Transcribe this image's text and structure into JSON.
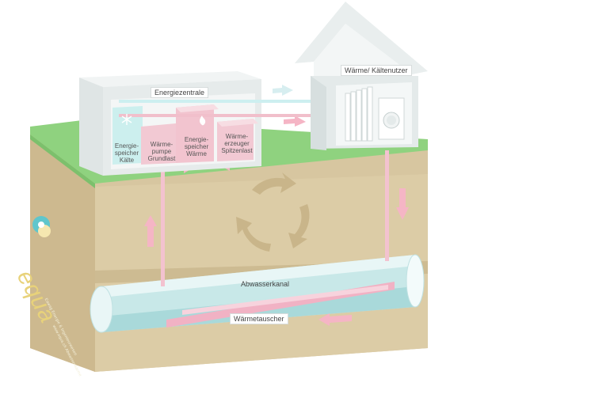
{
  "labels": {
    "energiezentrale": "Energiezentrale",
    "waerme_kaeltenutzer": "Wärme/ Kältenutzer",
    "abwasserkanal": "Abwasserkanal",
    "waermetauscher": "Wärmetauscher",
    "speicher_kaelte": "Energie-\nspeicher\nKälte",
    "waermepumpe": "Wärme-\npumpe\nGrundlast",
    "speicher_waerme": "Energie-\nspeicher\nWärme",
    "waermeerzeuger": "Wärme-\nerzeuger\nSpitzenlast"
  },
  "brand": {
    "logo_text": "equa",
    "line1": "Eawag Energie & Ingenieurwesen",
    "line2": "www.equa.ch  Abwasserwärme"
  },
  "icons": [
    "snowflake-icon",
    "flame-icon",
    "cycle-arrows-icon",
    "flow-arrow-icon",
    "radiator-icon",
    "washing-machine-icon"
  ],
  "colors": {
    "soil": "#d9c9a2",
    "soil_dark": "#cbb88a",
    "grass": "#8fd080",
    "building": "#e7ecec",
    "pink_box": "#f3cdd6",
    "arrow_pink": "#f5b6c6",
    "pipe_blue": "#cfeff0",
    "teal": "#5fc6cc",
    "brand_yellow": "#e9d27a"
  }
}
